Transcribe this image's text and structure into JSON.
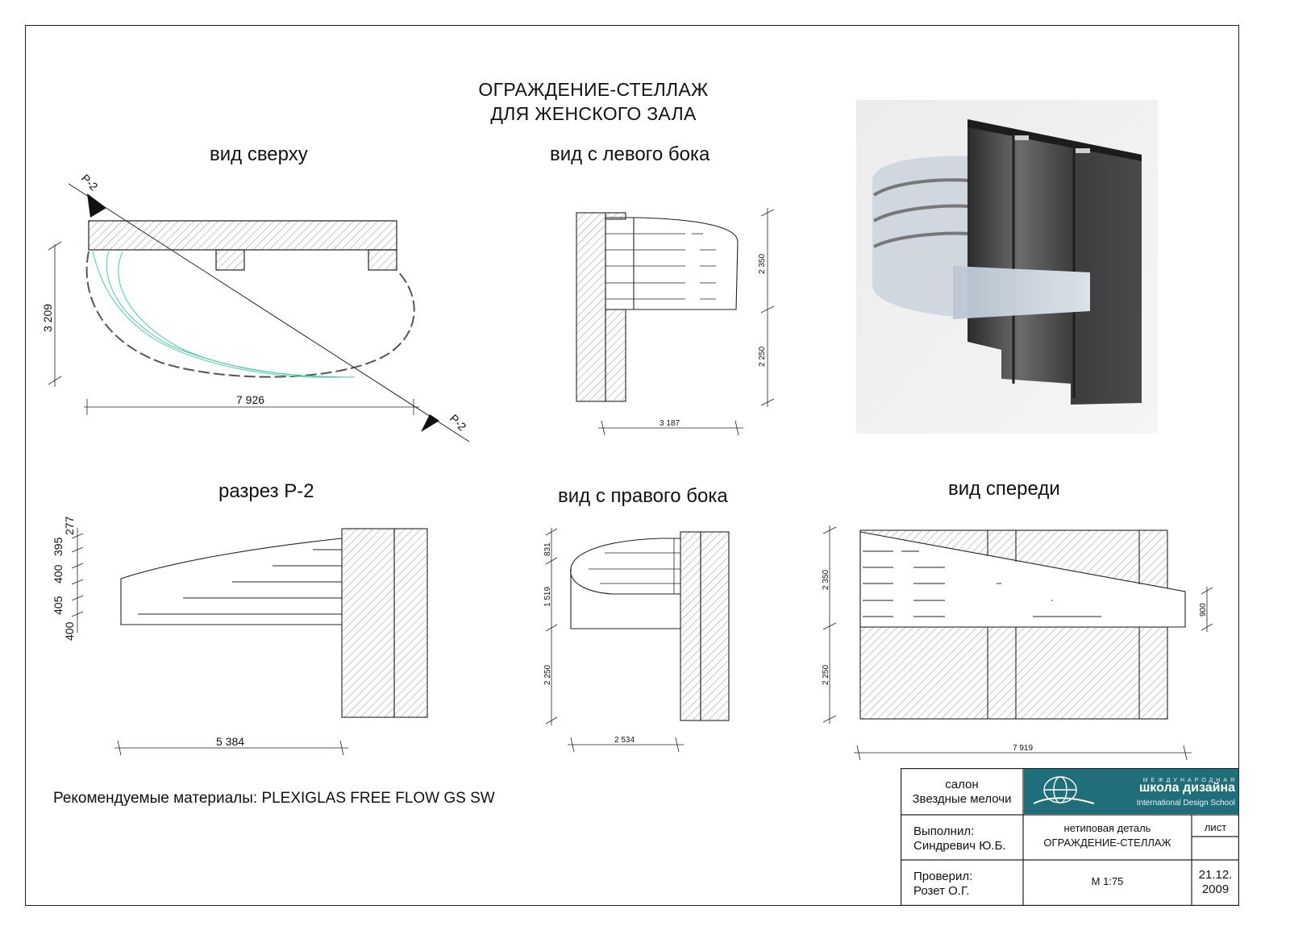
{
  "title": {
    "line1": "ОГРАЖДЕНИЕ-СТЕЛЛАЖ",
    "line2": "ДЛЯ ЖЕНСКОГО ЗАЛА"
  },
  "views": {
    "top": "вид сверху",
    "left_side": "вид с левого бока",
    "section": "разрез Р-2",
    "right_side": "вид с правого бока",
    "front": "вид спереди"
  },
  "section_marks": {
    "top_mark": "Р-2",
    "bottom_mark": "Р-2"
  },
  "dimensions": {
    "top_view": {
      "depth": "3 209",
      "width": "7 926"
    },
    "left_view": {
      "upper": "2 350",
      "lower": "2 250",
      "width": "3 187"
    },
    "section": {
      "d1": "277",
      "d2": "395",
      "d3": "400",
      "d4": "405",
      "d5": "400",
      "width": "5 384"
    },
    "right_view": {
      "d1": "831",
      "d2": "1 519",
      "d3": "2 250",
      "width": "2 534"
    },
    "front_view": {
      "upper": "2 350",
      "lower": "2 250",
      "right": "900",
      "width": "7 919"
    }
  },
  "materials": "Рекомендуемые материалы: PLEXIGLAS FREE FLOW GS SW",
  "stamp": {
    "client_line1": "салон",
    "client_line2": "Звездные мелочи",
    "logo_top": "МЕЖДУНАРОДНАЯ",
    "logo_main": "школа дизайна",
    "logo_sub": "International Design School",
    "performed_label": "Выполнил:",
    "performed_name": "Синдревич Ю.Б.",
    "detail_line1": "нетиповая деталь",
    "detail_line2": "ОГРАЖДЕНИЕ-СТЕЛЛАЖ",
    "sheet_label": "лист",
    "checked_label": "Проверил:",
    "checked_name": "Розет О.Г.",
    "scale": "М 1:75",
    "date_line1": "21.12.",
    "date_line2": "2009"
  },
  "colors": {
    "line": "#222222",
    "hatch": "#555555",
    "green_curve": "#4fc9a4",
    "logo_bg": "#1f6e7a"
  }
}
